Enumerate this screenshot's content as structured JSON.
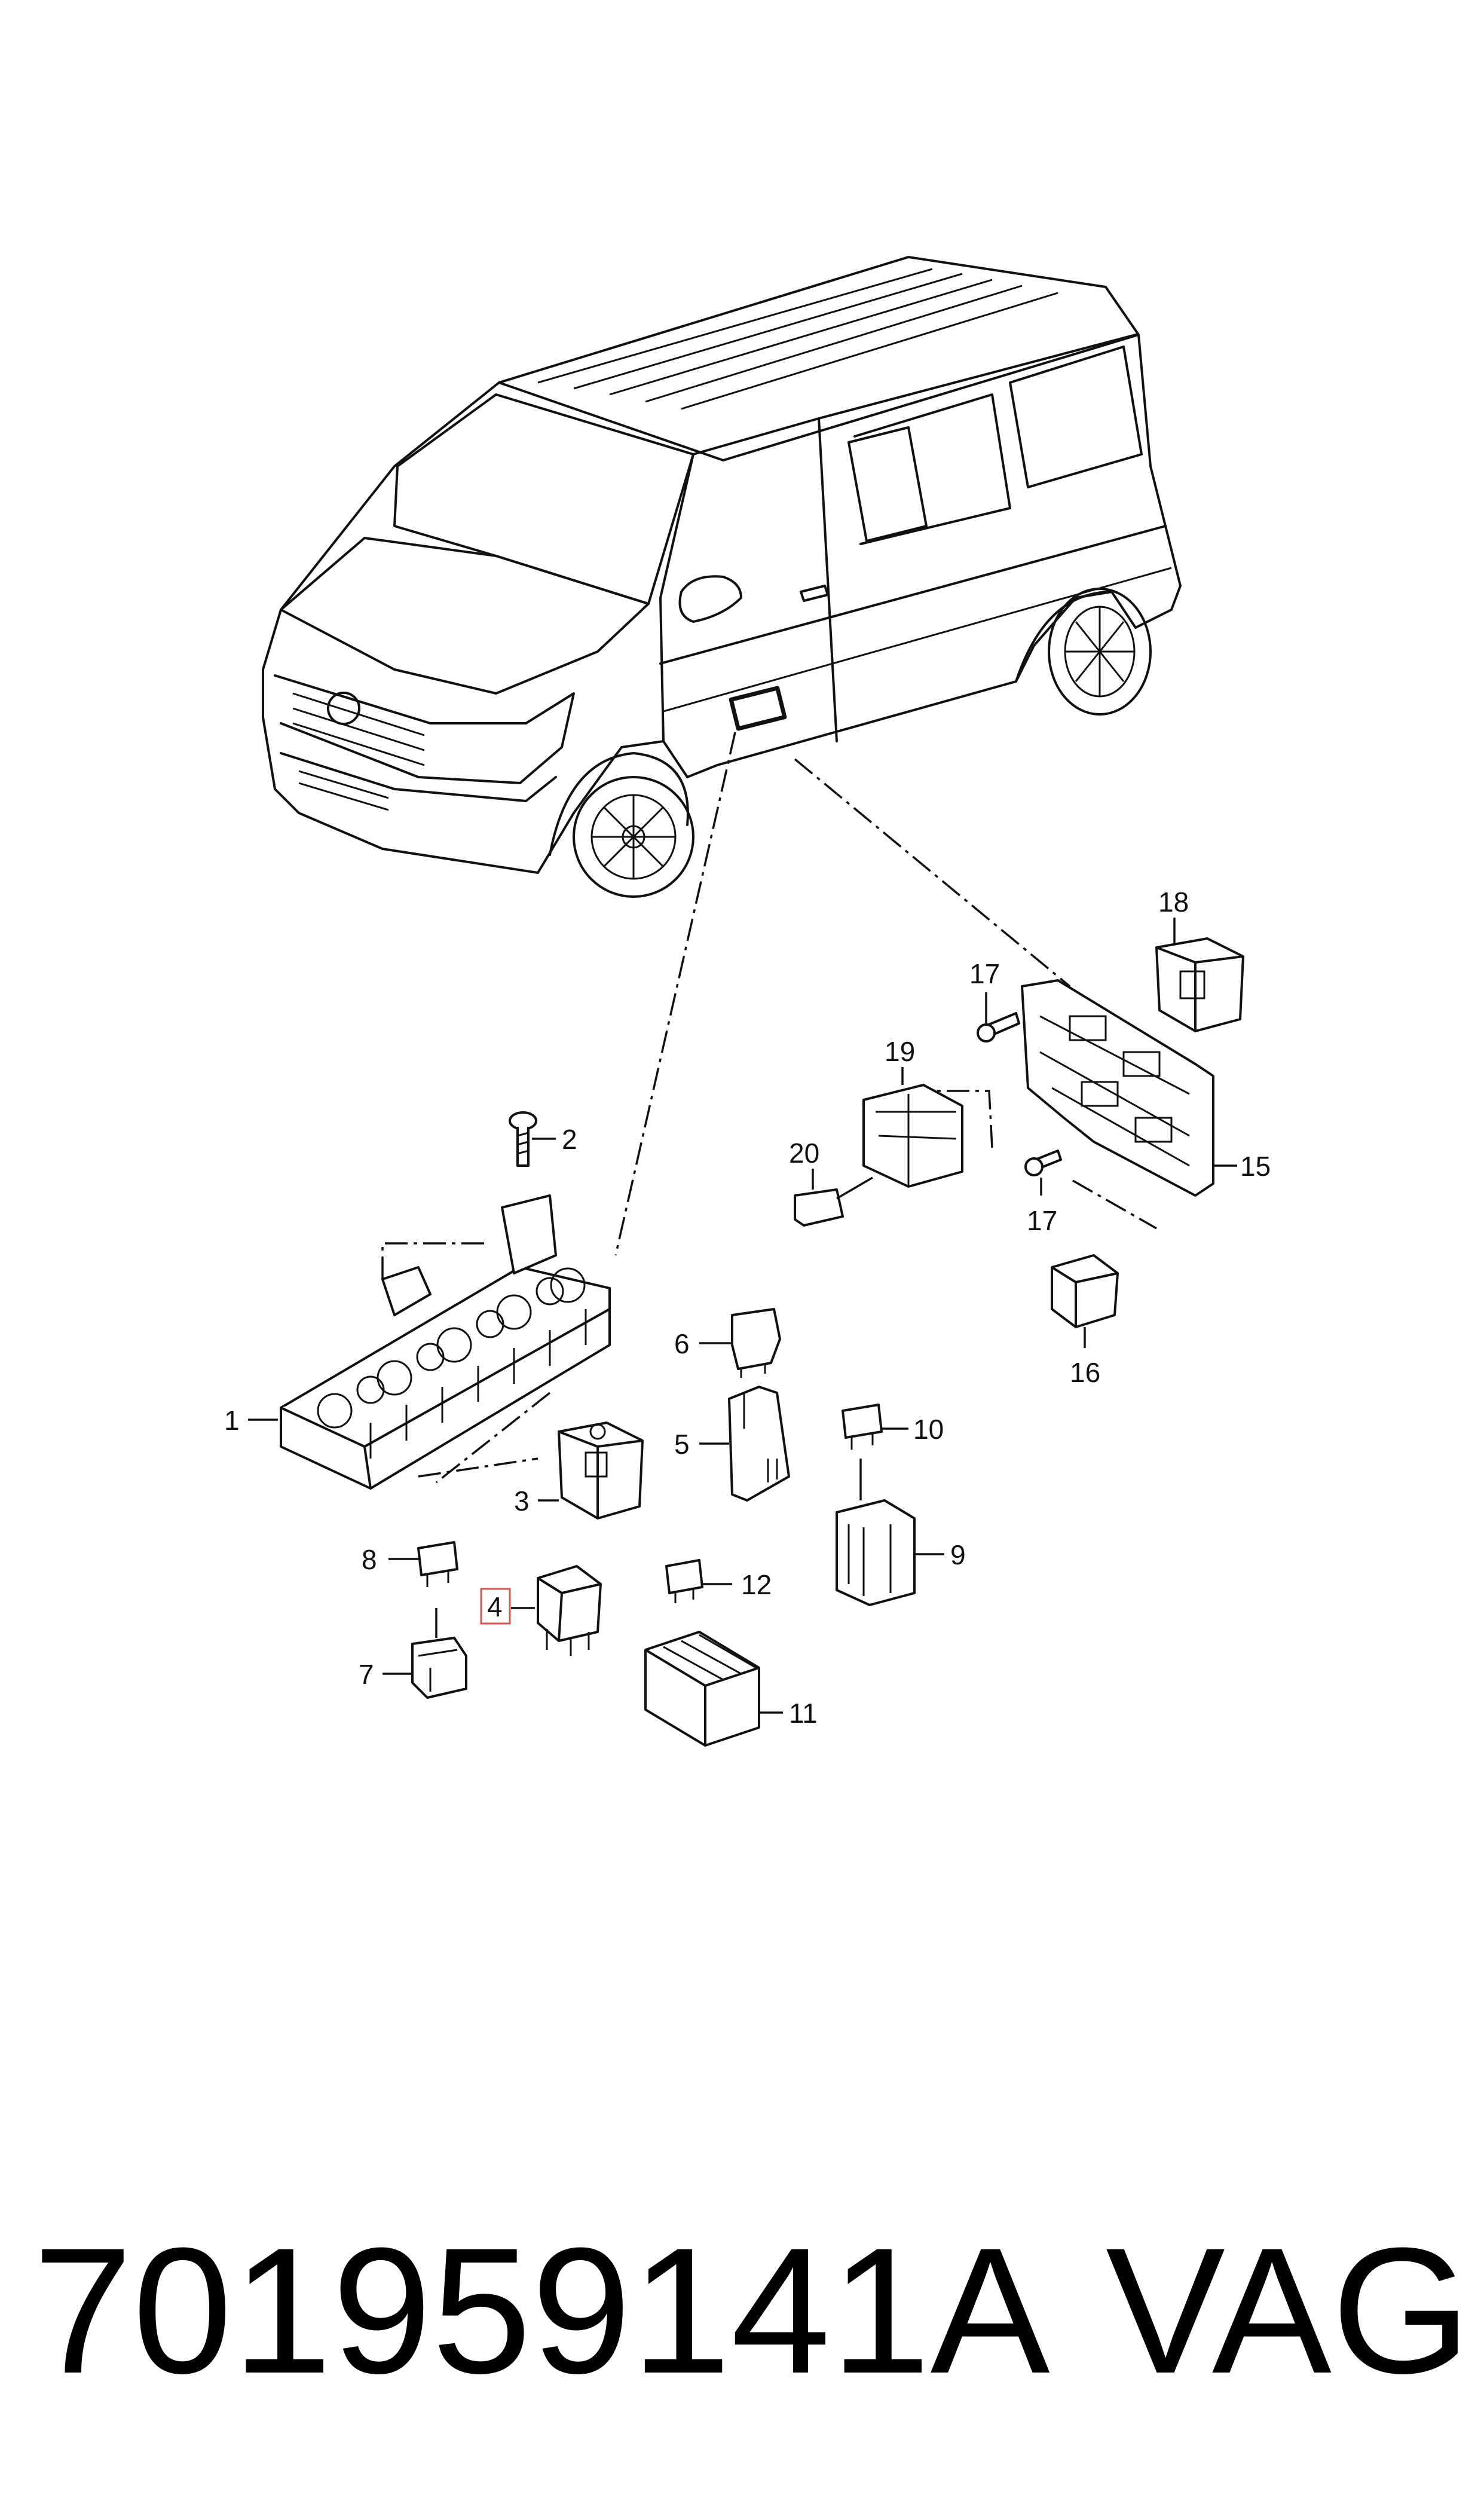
{
  "diagram": {
    "callouts": {
      "c1": "1",
      "c2": "2",
      "c3": "3",
      "c4": "4",
      "c5": "5",
      "c6": "6",
      "c7": "7",
      "c8": "8",
      "c9": "9",
      "c10": "10",
      "c11": "11",
      "c12": "12",
      "c15": "15",
      "c16": "16",
      "c17a": "17",
      "c17b": "17",
      "c18": "18",
      "c19": "19",
      "c20": "20"
    },
    "highlighted_callout": "4",
    "highlight_color": "#d9534f"
  },
  "footer": {
    "part_number": "701959141A",
    "brand": "VAG"
  }
}
